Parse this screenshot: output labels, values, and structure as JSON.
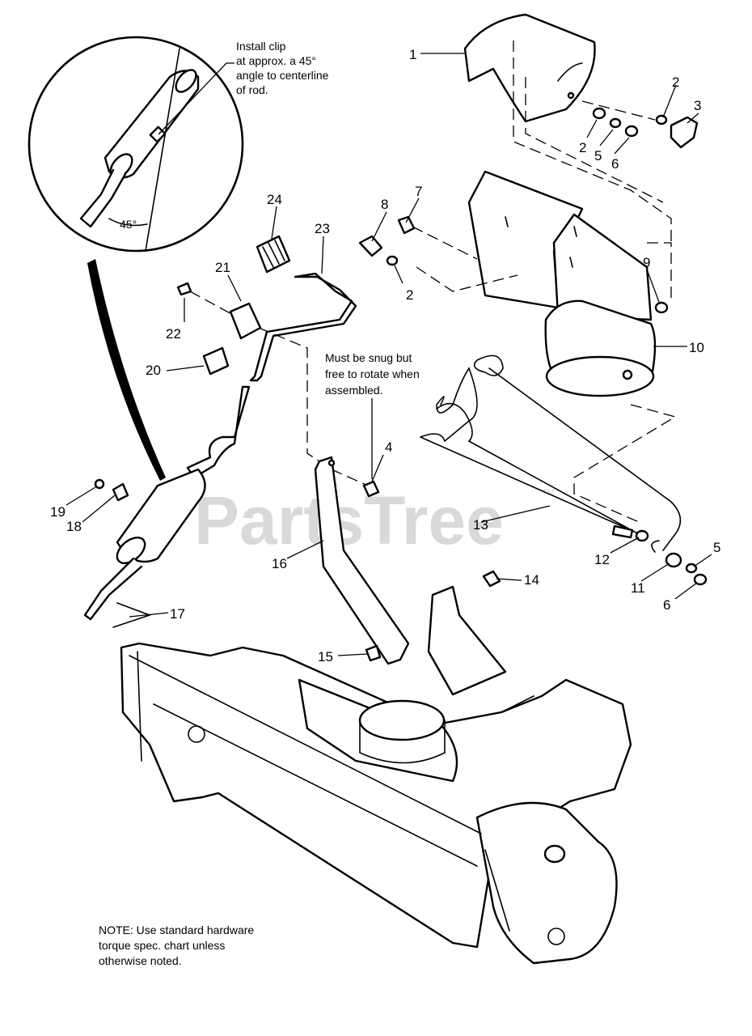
{
  "title": "",
  "watermark": {
    "text": "PartsTree",
    "tm": "TM"
  },
  "notes": {
    "clip_install": [
      "Install clip",
      "at approx. a 45°",
      "angle to centerline",
      "of rod."
    ],
    "angle": "45°",
    "snug": [
      "Must be snug but",
      "free to rotate when",
      "assembled."
    ],
    "torque": [
      "NOTE: Use standard hardware",
      "torque spec. chart unless",
      "otherwise noted."
    ]
  },
  "callouts": {
    "c1": "1",
    "c2a": "2",
    "c2b": "2",
    "c2c": "2",
    "c3": "3",
    "c4": "4",
    "c5a": "5",
    "c5b": "5",
    "c6a": "6",
    "c6b": "6",
    "c7": "7",
    "c8": "8",
    "c9": "9",
    "c10": "10",
    "c11": "11",
    "c12": "12",
    "c13": "13",
    "c14": "14",
    "c15": "15",
    "c16": "16",
    "c17": "17",
    "c18": "18",
    "c19": "19",
    "c20": "20",
    "c21": "21",
    "c22": "22",
    "c23": "23",
    "c24": "24"
  }
}
